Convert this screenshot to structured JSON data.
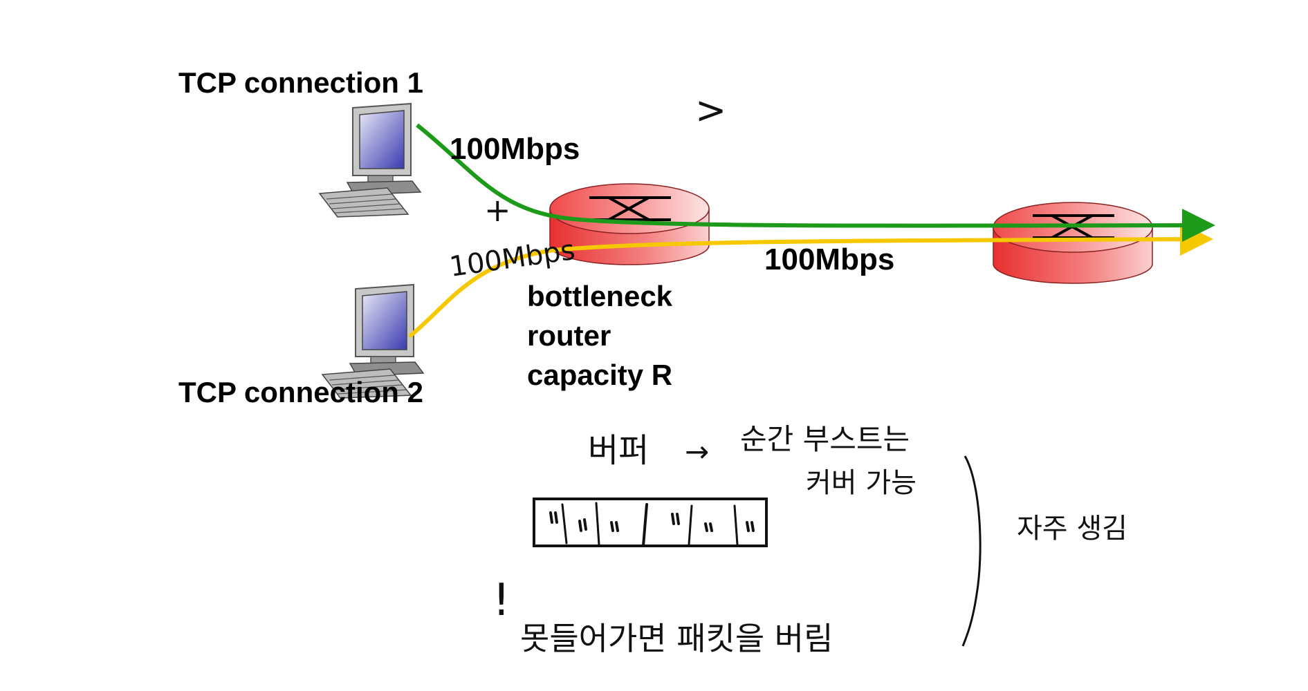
{
  "hosts": [
    {
      "label": "TCP connection 1",
      "icon": "desktop-computer-icon"
    },
    {
      "label": "TCP connection 2",
      "icon": "desktop-computer-icon"
    }
  ],
  "links": {
    "access_rate": "100Mbps",
    "bottleneck_rate": "100Mbps"
  },
  "router": {
    "line1": "bottleneck",
    "line2": "router",
    "line3": "capacity R",
    "icon": "router-icon"
  },
  "flow_colors": {
    "connection1": "#1e9a1a",
    "connection2": "#f5c800"
  },
  "router_color": "#f04a4a",
  "handwriting": {
    "plus": "+",
    "second_rate": "100Mbps",
    "chevron": ">",
    "buffer": "버퍼",
    "buffer_arrow": "→",
    "burst_line1": "순간 부스트는",
    "burst_line2": "커버 가능",
    "overflow_mark": "!",
    "overflow_note": "못들어가면 패킷을 버림",
    "frequent": "자주 생김"
  }
}
